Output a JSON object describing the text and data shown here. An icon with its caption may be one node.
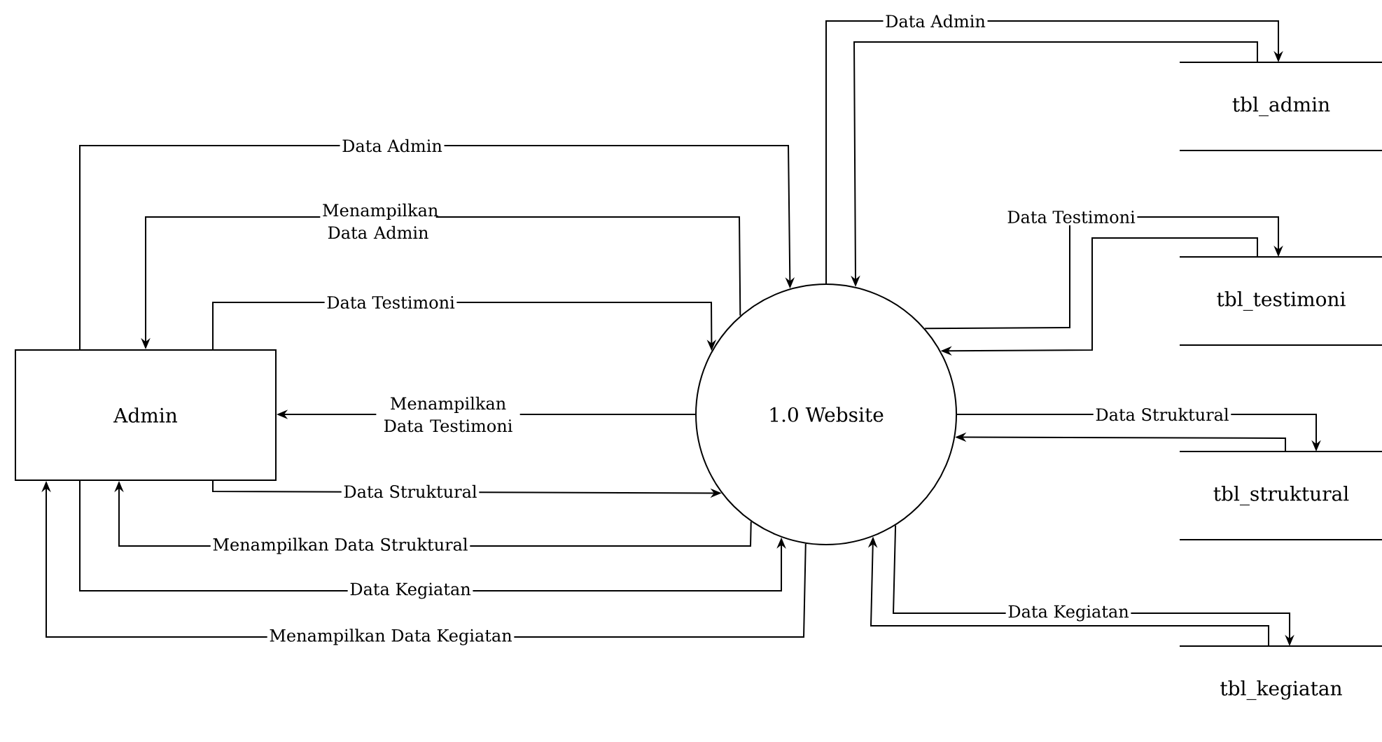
{
  "diagram": {
    "nodes": [
      {
        "text": [
          "Admin"
        ]
      },
      {
        "text": [
          "1.0 Website"
        ]
      },
      {
        "text": [
          "tbl_admin"
        ]
      },
      {
        "text": [
          "tbl_testimoni"
        ]
      },
      {
        "text": [
          "tbl_struktural"
        ]
      },
      {
        "text": [
          "tbl_kegiatan"
        ]
      }
    ],
    "edges": [
      {
        "from": 0,
        "to": 1,
        "arrow": "to",
        "label": "Data Admin"
      },
      {
        "from": 1,
        "to": 0,
        "arrow": "to",
        "label": "Menampilkan Data Admin"
      },
      {
        "from": 0,
        "to": 1,
        "arrow": "to",
        "label": "Data Testimoni"
      },
      {
        "from": 1,
        "to": 0,
        "arrow": "to",
        "label": "Menampilkan Data Testimoni"
      },
      {
        "from": 0,
        "to": 1,
        "arrow": "to",
        "label": "Data Struktural"
      },
      {
        "from": 1,
        "to": 0,
        "arrow": "to",
        "label": "Menampilkan Data Struktural"
      },
      {
        "from": 0,
        "to": 1,
        "arrow": "to",
        "label": "Data Kegiatan"
      },
      {
        "from": 1,
        "to": 0,
        "arrow": "to",
        "label": "Menampilkan Data Kegiatan"
      },
      {
        "from": 1,
        "to": 2,
        "arrow": "to",
        "label": "Data Admin"
      },
      {
        "from": 2,
        "to": 1,
        "arrow": "to"
      },
      {
        "from": 1,
        "to": 3,
        "arrow": "to",
        "label": "Data Testimoni"
      },
      {
        "from": 3,
        "to": 1,
        "arrow": "to"
      },
      {
        "from": 1,
        "to": 4,
        "arrow": "to",
        "label": "Data Struktural"
      },
      {
        "from": 4,
        "to": 1,
        "arrow": "to"
      },
      {
        "from": 1,
        "to": 5,
        "arrow": "to",
        "label": "Data Kegiatan"
      },
      {
        "from": 5,
        "to": 1,
        "arrow": "to"
      }
    ]
  }
}
